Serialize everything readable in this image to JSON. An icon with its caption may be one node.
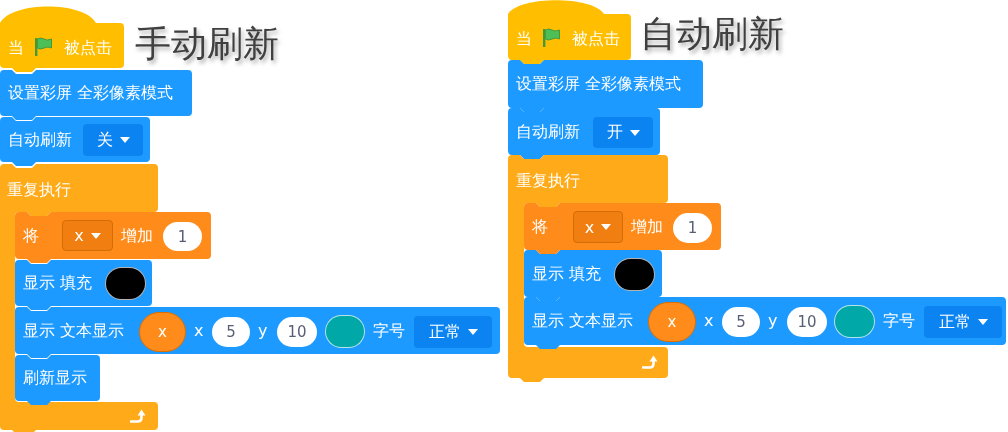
{
  "diagram": {
    "nodes": [
      {
        "text": [
          "当",
          "被点击"
        ]
      },
      {
        "text": [
          "设置彩屏 全彩像素模式"
        ]
      },
      {
        "text": [
          "自动刷新"
        ]
      },
      {
        "text": [
          "关"
        ],
        "in": 2
      },
      {
        "text": [
          "重复执行"
        ]
      },
      {
        "text": [
          "将",
          "增加"
        ]
      },
      {
        "text": [
          "x"
        ],
        "in": 5
      },
      {
        "text": [
          "1"
        ],
        "in": 5
      },
      {
        "text": [
          "显示 填充"
        ],
        "in": 4
      },
      {
        "text": [],
        "shape": "oval",
        "in": 8
      },
      {
        "text": [
          "显示 文本显示",
          "x",
          "y",
          "字号"
        ]
      },
      {
        "text": [
          "x"
        ],
        "in": 10
      },
      {
        "text": [
          "5"
        ],
        "in": 10
      },
      {
        "text": [
          "10"
        ],
        "in": 10
      },
      {
        "text": [],
        "shape": "oval",
        "in": 10
      },
      {
        "text": [
          "正常"
        ],
        "in": 10
      },
      {
        "text": [
          "刷新显示"
        ],
        "in": 4
      },
      {
        "text": [
          "当",
          "被点击"
        ]
      },
      {
        "text": [
          "设置彩屏 全彩像素模式"
        ]
      },
      {
        "text": [
          "自动刷新"
        ]
      },
      {
        "text": [
          "开"
        ],
        "in": 19
      },
      {
        "text": [
          "重复执行"
        ]
      },
      {
        "text": [
          "将",
          "增加"
        ]
      },
      {
        "text": [
          "x"
        ],
        "in": 22
      },
      {
        "text": [
          "1"
        ],
        "in": 22
      },
      {
        "text": [
          "显示 填充"
        ],
        "in": 21
      },
      {
        "text": [],
        "shape": "oval",
        "in": 25
      },
      {
        "text": [
          "显示 文本显示",
          "x",
          "y",
          "字号"
        ]
      },
      {
        "text": [
          "x"
        ],
        "in": 27
      },
      {
        "text": [
          "5"
        ],
        "in": 27
      },
      {
        "text": [
          "10"
        ],
        "in": 27
      },
      {
        "text": [],
        "shape": "oval",
        "in": 27
      },
      {
        "text": [
          "正常"
        ],
        "in": 27
      }
    ],
    "labels": [
      "手动刷新",
      "自动刷新"
    ]
  }
}
